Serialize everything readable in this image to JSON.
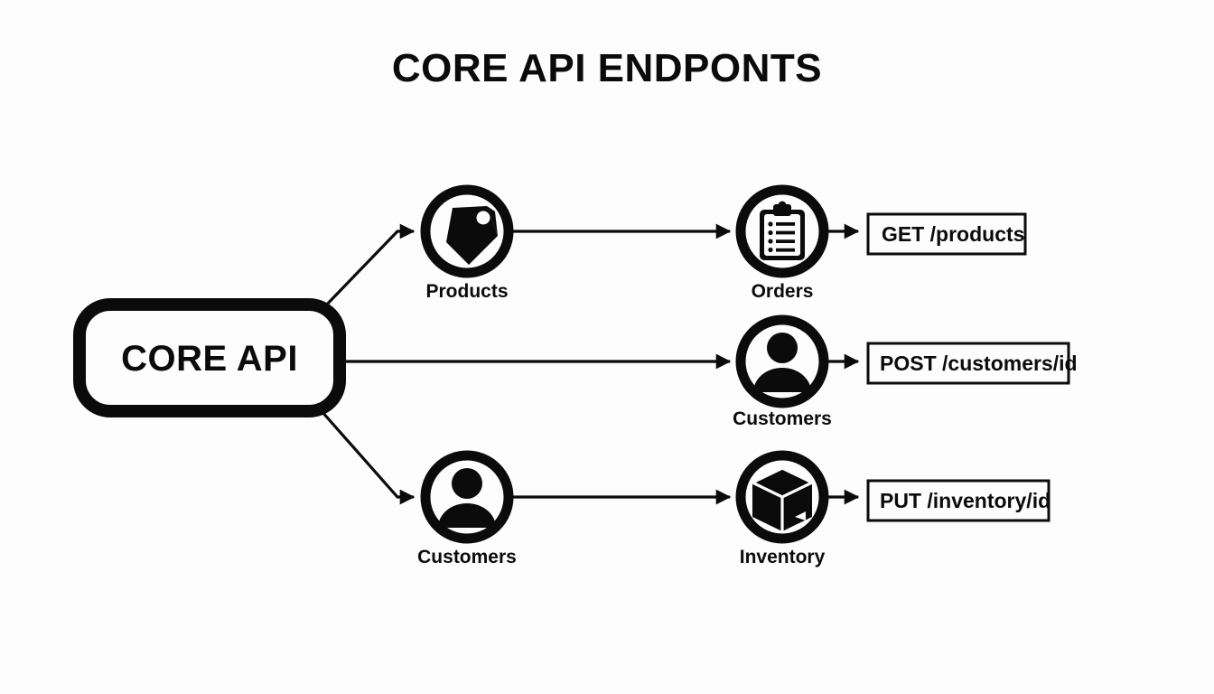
{
  "title": "CORE API ENDPONTS",
  "hub": {
    "label": "CORE API",
    "name": "core-api-hub"
  },
  "colors": {
    "ink": "#0b0b0b",
    "background": "#fdfdfd"
  },
  "rows": [
    {
      "id": "row-products",
      "source": {
        "label": "Products",
        "icon": "tag-icon"
      },
      "target": {
        "label": "Orders",
        "icon": "clipboard-icon"
      },
      "endpoint": {
        "label": "GET /products",
        "method": "GET",
        "path": "/products"
      }
    },
    {
      "id": "row-customers",
      "source": null,
      "target": {
        "label": "Customers",
        "icon": "person-icon"
      },
      "endpoint": {
        "label": "POST /customers/id",
        "method": "POST",
        "path": "/customers/id"
      }
    },
    {
      "id": "row-inventory",
      "source": {
        "label": "Customers",
        "icon": "person-icon"
      },
      "target": {
        "label": "Inventory",
        "icon": "cube-icon"
      },
      "endpoint": {
        "label": "PUT /inventory/id",
        "method": "PUT",
        "path": "/inventory/id"
      }
    }
  ]
}
